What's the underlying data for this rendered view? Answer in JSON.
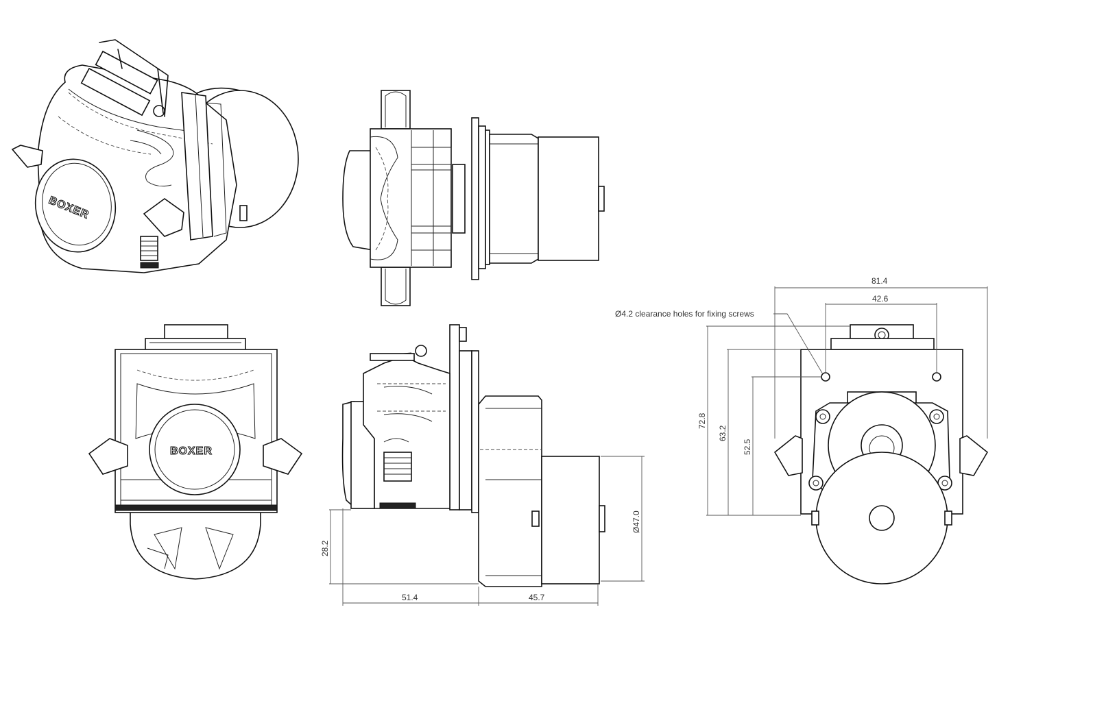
{
  "brand": {
    "logo_front": "BOXER",
    "logo_iso": "BOXER"
  },
  "annotations": {
    "clearance_note": "Ø4.2 clearance holes for fixing screws"
  },
  "dimensions": {
    "width_overall": "81.4",
    "hole_spacing": "42.6",
    "height_overall": "72.8",
    "height_mid": "63.2",
    "height_holes": "52.5",
    "head_length": "51.4",
    "motor_length": "45.7",
    "motor_diameter": "Ø47.0",
    "base_offset": "28.2"
  }
}
